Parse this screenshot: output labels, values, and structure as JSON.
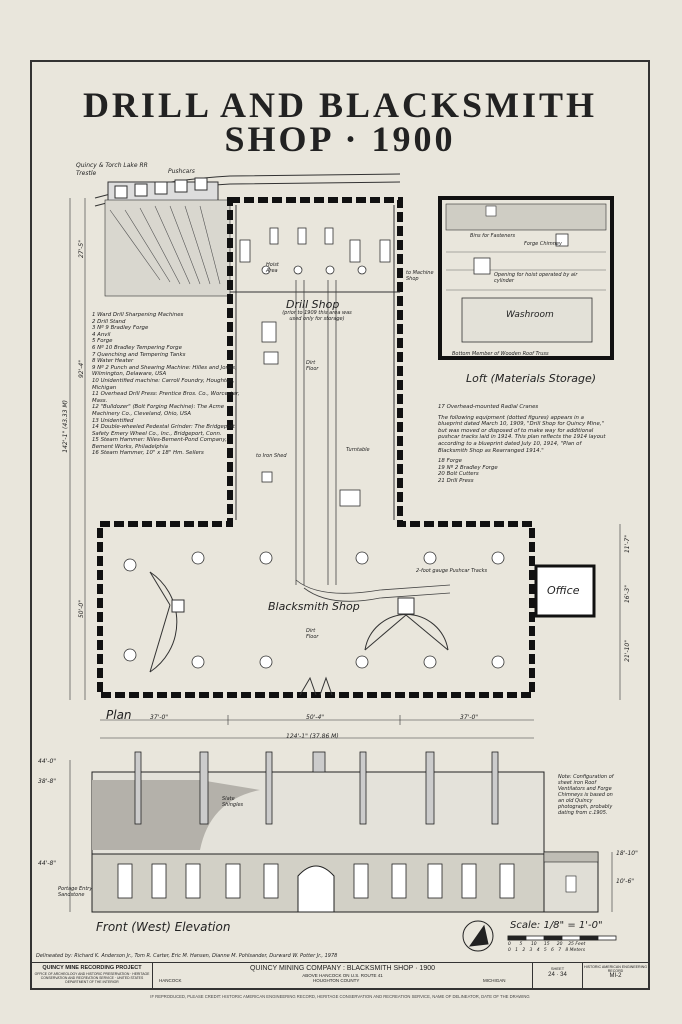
{
  "title": {
    "line1": "DRILL AND BLACKSMITH",
    "line2": "SHOP · 1900"
  },
  "plan": {
    "rail_label": "Quincy & Torch Lake RR Trestle",
    "pushcars": "Pushcars",
    "drill_shop": "Drill Shop",
    "drill_shop_note": "(prior to 1909 this area was used only for storage)",
    "hoist_area": "Hoist Area",
    "to_machine_shop": "to Machine Shop",
    "dirt_floor": "Dirt Floor",
    "turntable": "Turntable",
    "to_iron_shed": "to Iron Shed",
    "gauge_tracks": "2-foot gauge Pushcar Tracks",
    "blacksmith_shop": "Blacksmith Shop",
    "dirt_floor_2": "Dirt Floor",
    "office": "Office",
    "plan_label": "Plan",
    "dims": {
      "left": "37'-0\"",
      "middle": "50'-4\"",
      "right": "37'-0\"",
      "total": "124'-1\" (37.86 M)",
      "height_top": "27'-5\"",
      "height_mid": "92'-4\"",
      "height_total": "142'-1\" (43.33 M)",
      "height_lower": "50'-0\"",
      "right_a": "11'-7\"",
      "right_b": "16'-3\"",
      "right_c": "21'-10\""
    }
  },
  "legend": [
    "1  Ward Drill Sharpening Machines",
    "2  Drill Stand",
    "3  Nº 9 Bradley Forge",
    "4  Anvil",
    "5  Forge",
    "6  Nº 10 Bradley Tempering Forge",
    "7  Quenching and Tempering Tanks",
    "8  Water Heater",
    "9  Nº 2 Punch and Shearing Machine: Hilles and Jones, Wilmington, Delaware, USA",
    "10  Unidentified machine: Carroll Foundry, Houghton, Michigan",
    "11  Overhead Drill Press: Prentice Bros. Co., Worcester, Mass.",
    "12  \"Bulldozer\" (Bolt Forging Machine): The Acme Machinery Co., Cleveland, Ohio, USA",
    "13  Unidentified",
    "14  Double-wheeled Pedestal Grinder: The Bridgeport Safety Emery Wheel Co., Inc., Bridgeport, Conn.",
    "15  Steam Hammer: Niles-Bement-Pond Company, Bement Works, Philadelphia",
    "16  Steam Hammer, 10\" x 18\" Hm. Sellers"
  ],
  "legend2": {
    "item17": "17  Overhead-mounted Radial Cranes",
    "note": "The following equipment (dotted figures) appears in a blueprint dated March 10, 1909, \"Drill Shop for Quincy Mine,\" but was moved or disposed of to make way for additional pushcar tracks laid in 1914. This plan reflects the 1914 layout according to a blueprint dated July 10, 1914, \"Plan of Blacksmith Shop as Rearranged 1914.\"",
    "items": [
      "18  Forge",
      "19  Nº 2 Bradley Forge",
      "20  Bolt Cutters",
      "21  Drill Press"
    ]
  },
  "loft": {
    "bins": "Bins for Fasteners",
    "chimney": "Forge Chimney",
    "hoist": "Opening for hoist operated by air cylinder",
    "washroom": "Washroom",
    "truss": "Bottom Member of Wooden Roof Truss",
    "label": "Loft (Materials Storage)"
  },
  "elevation": {
    "label": "Front (West) Elevation",
    "slate": "Slate Shingles",
    "note": "Note: Configuration of sheet iron Roof Ventilators and Forge Chimneys is based on an old Quincy photograph, probably dating from c.1905.",
    "portage": "Portage Entry Sandstone",
    "h1": "44'-0\"",
    "h2": "38'-8\"",
    "h3": "44'-8\"",
    "h4": "18'-10\"",
    "h5": "10'-6\""
  },
  "scale": {
    "label": "Scale: 1/8\" = 1'-0\"",
    "feet": [
      "0",
      "5",
      "10",
      "15",
      "20",
      "25 Feet"
    ],
    "meters": [
      "0",
      "1",
      "2",
      "3",
      "4",
      "5",
      "6",
      "7",
      "8 Meters"
    ]
  },
  "credits": "Delineated by: Richard K. Anderson Jr., Tom R. Carter, Eric M. Hansen, Dianne M. Pohlsander, Durward W. Potter Jr., 1978",
  "titleblock": {
    "project": "QUINCY MINE RECORDING PROJECT",
    "office_text": "OFFICE OF ARCHEOLOGY AND HISTORIC PRESERVATION · HERITAGE CONSERVATION AND RECREATION SERVICE · UNITED STATES DEPARTMENT OF THE INTERIOR",
    "hancock": "HANCOCK",
    "main": "QUINCY MINING COMPANY : BLACKSMITH SHOP · 1900",
    "sub": "ABOVE HANCOCK ON U.S. ROUTE 41",
    "county": "HOUGHTON COUNTY",
    "state": "MICHIGAN",
    "sheet_label": "SHEET",
    "sheet": "24 · 34",
    "haer_label": "HISTORIC AMERICAN ENGINEERING RECORD",
    "haer": "MI-2"
  },
  "footer": "IF REPRODUCED, PLEASE CREDIT: HISTORIC AMERICAN ENGINEERING RECORD, HERITAGE CONSERVATION AND RECREATION SERVICE, NAME OF DELINEATOR, DATE OF THE DRAWING"
}
